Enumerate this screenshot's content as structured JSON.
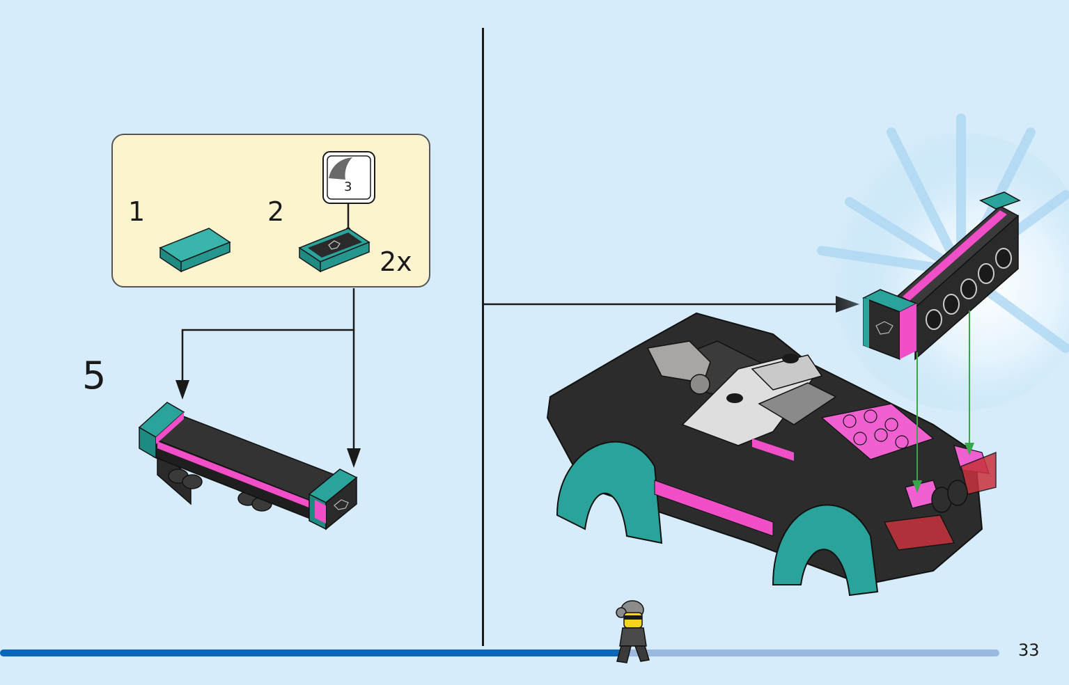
{
  "callout": {
    "parts": [
      {
        "label": "1",
        "color": "#2aa39a"
      },
      {
        "label": "2",
        "color": "#2aa39a",
        "sticker_number": "3"
      }
    ],
    "quantity": "2x"
  },
  "step_number": "5",
  "page_number": "33",
  "progress": {
    "fraction": 0.63
  },
  "colors": {
    "background": "#d6ecfa",
    "callout_bg": "#fcf3cf",
    "teal": "#2aa39a",
    "magenta": "#f04fc8",
    "black_brick": "#2a2a2a",
    "progress_done": "#0a66b8",
    "progress_remaining": "#9ab8e0"
  }
}
